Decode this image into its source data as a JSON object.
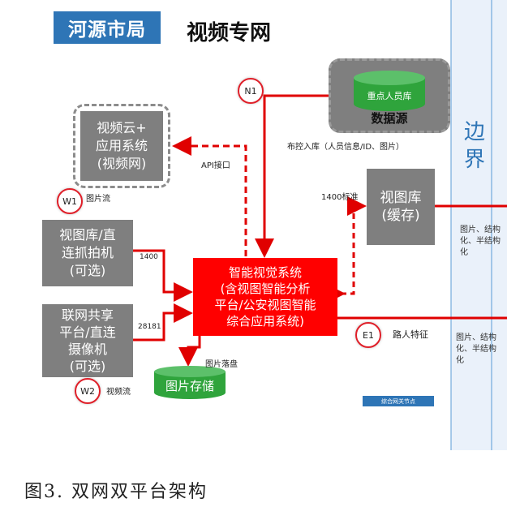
{
  "title": {
    "org": "河源市局",
    "network": "视频专网"
  },
  "datasource": {
    "label": "数据源",
    "db_label": "重点人员库"
  },
  "video_cloud": {
    "label": "视频云+\n应用系统\n(视频网)"
  },
  "center": {
    "label": "智能视觉系统\n(含视图智能分析\n平台/公安视图智能\n综合应用系统)"
  },
  "viewlib_cache": {
    "label": "视图库\n(缓存)"
  },
  "capture_left": {
    "label": "视图库/直\n连抓拍机\n(可选)"
  },
  "networked_cam": {
    "label": "联网共享\n平台/直连\n摄像机\n(可选)"
  },
  "image_storage": {
    "label": "图片存储"
  },
  "nodes": {
    "n1": "N1",
    "w1": "W1",
    "w2": "W2",
    "e1": "E1"
  },
  "flow_labels": {
    "deploy": "布控入库（人员信息/ID、图片）",
    "api": "API接口",
    "image_stream": "图片流",
    "std_1400_right": "1400标准",
    "std_1400_left": "1400",
    "std_28181": "28181",
    "video_stream": "视频流",
    "image_save": "图片落盘",
    "pedestrian": "路人特征"
  },
  "boundary": {
    "label": "边\n界"
  },
  "right_texts": {
    "top": "图片、结构\n化、半结构\n化",
    "bottom": "图片、结构\n化、半结构\n化"
  },
  "node_tag": "综合网关节点",
  "caption": "图3.  双网双平台架构",
  "colors": {
    "accent_red": "#ff0000",
    "box_gray": "#7f7f7f",
    "title_blue": "#2e75b6",
    "db_green": "#2fa43c"
  }
}
